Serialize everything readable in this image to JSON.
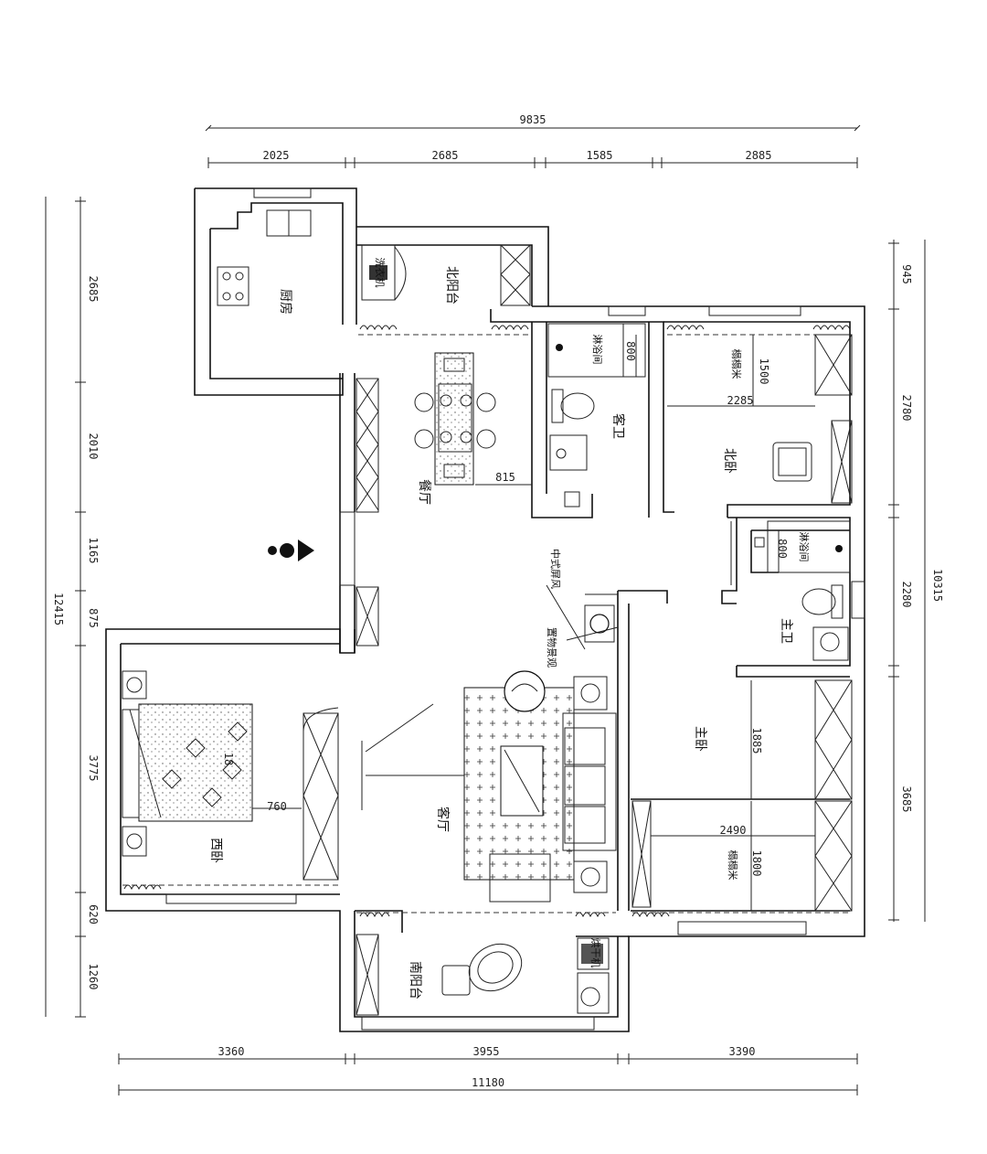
{
  "dims": {
    "top_total": "9835",
    "top": [
      "2025",
      "2685",
      "1585",
      "2885"
    ],
    "bottom": [
      "3360",
      "3955",
      "3390"
    ],
    "bottom_total": "11180",
    "left": [
      "2685",
      "2010",
      "1165",
      "875",
      "3775",
      "620",
      "1260"
    ],
    "left_total": "12415",
    "right": [
      "945",
      "2780",
      "2280",
      "3685"
    ],
    "right_total": "10315"
  },
  "rooms": {
    "kitchen": "厨房",
    "north_balcony": "北阳台",
    "dining": "餐厅",
    "guest_bath": "客卫",
    "north_bedroom": "北卧",
    "master_bath": "主卫",
    "master_bedroom": "主卧",
    "living": "客厅",
    "west_bedroom": "西卧",
    "south_balcony": "南阳台",
    "wardrobe_north": "榻榻米",
    "wardrobe_master": "榻榻米",
    "shower_guest": "淋浴间",
    "shower_master": "淋浴间",
    "screen": "中式屏风",
    "display": "置物景观",
    "washer": "洗衣机",
    "dryer": "烘干机"
  },
  "notes": {
    "d800a": "800",
    "d800b": "800",
    "d815": "815",
    "d1500": "1500",
    "d2285": "2285",
    "d760": "760",
    "d1885": "1885",
    "d2490": "2490",
    "d1800a": "1800",
    "d1800b": "18"
  }
}
